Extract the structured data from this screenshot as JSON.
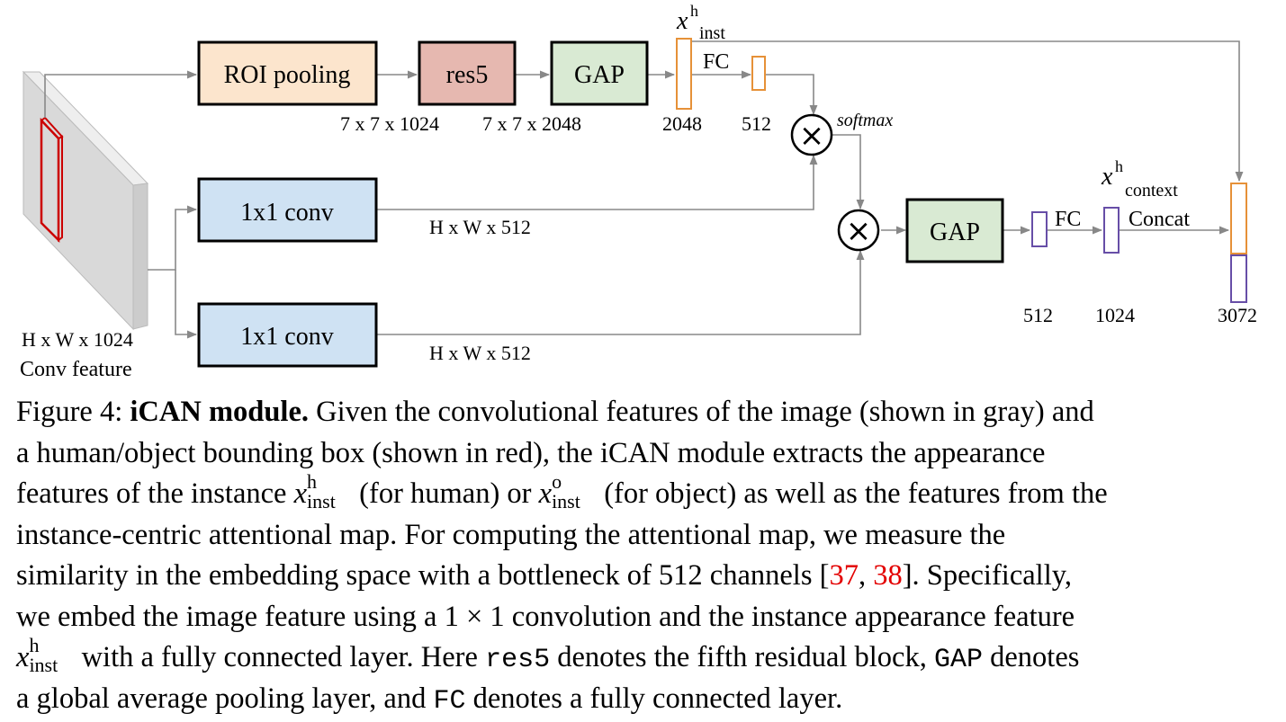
{
  "diagram": {
    "boxes": {
      "roi_pooling": "ROI pooling",
      "res5": "res5",
      "gap_top": "GAP",
      "conv_a": "1x1 conv",
      "conv_b": "1x1 conv",
      "gap_right": "GAP"
    },
    "labels": {
      "feature_dims": "H x W x 1024",
      "feature_name": "Conv feature",
      "roi_dims": "7 x 7 x 1024",
      "res5_dims": "7 x 7 x 2048",
      "inst_dim": "2048",
      "fc_top": "FC",
      "fc_top_dim": "512",
      "softmax": "softmax",
      "conv_a_dims": "H x W x 512",
      "conv_b_dims": "H x W x 512",
      "fc_right": "FC",
      "gap_out_dim": "512",
      "context_dim": "1024",
      "concat": "Concat",
      "concat_dim": "3072",
      "x_symbol": "x",
      "inst_sup": "h",
      "inst_sub": "inst",
      "context_sup": "h",
      "context_sub": "context",
      "times": "×"
    },
    "colors": {
      "roi": "#fce5cd",
      "res5": "#e6b8b0",
      "gap": "#d9ead3",
      "conv": "#cfe2f3",
      "feature_gray": "#d9d9d9",
      "bbox_red": "#cc0000",
      "inst_orange": "#e69138",
      "context_purple": "#674ea7",
      "arrow_gray": "#888888"
    }
  },
  "caption": {
    "l1_prefix": "Figure 4: ",
    "l1_bold": "iCAN module.",
    "l1_rest": " Given the convolutional features of the image (shown in gray) and",
    "l2": "a human/object bounding box (shown in red), the iCAN module extracts the appearance",
    "l3_a": "features of the instance ",
    "l3_x1": "x",
    "l3_x1_sup": "h",
    "l3_x1_sub": "inst",
    "l3_b": " (for human) or ",
    "l3_x2": "x",
    "l3_x2_sup": "o",
    "l3_x2_sub": "inst",
    "l3_c": " (for object) as well as the features from the",
    "l4": "instance-centric attentional map. For computing the attentional map, we measure the",
    "l5_a": "similarity in the embedding space with a bottleneck of 512 channels [",
    "cite1": "37",
    "l5_sep": ", ",
    "cite2": "38",
    "l5_b": "]. Specifically,",
    "l6": "we embed the image feature using a 1 × 1 convolution and the instance appearance feature",
    "l7_x": "x",
    "l7_sup": "h",
    "l7_sub": "inst",
    "l7_a": " with a fully connected layer. Here ",
    "l7_code1": "res5",
    "l7_b": " denotes the fifth residual block, ",
    "l7_code2": "GAP",
    "l7_c": " denotes",
    "l8_a": "a global average pooling layer, and ",
    "l8_code": "FC",
    "l8_b": " denotes a fully connected layer."
  }
}
